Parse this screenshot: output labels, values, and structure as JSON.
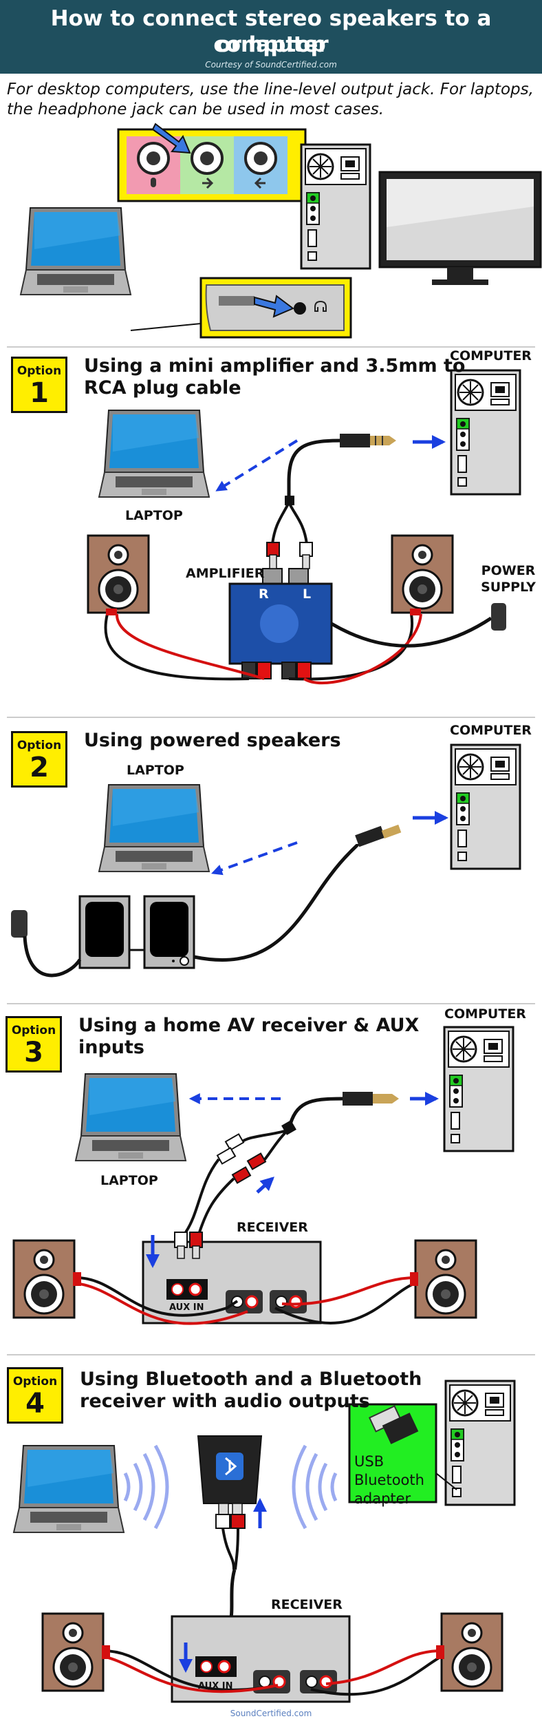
{
  "header": {
    "title_line1": "How to connect stereo speakers to a computer",
    "title_line2": "or laptop",
    "credit": "Courtesy of SoundCertified.com"
  },
  "intro": "For desktop computers, use the line-level output jack. For laptops, the headphone jack can be used in most cases.",
  "options": [
    {
      "badge_word": "Option",
      "number": "1",
      "title_line1": "Using a mini amplifier and 3.5mm to",
      "title_line2": "RCA plug cable"
    },
    {
      "badge_word": "Option",
      "number": "2",
      "title_line1": "Using powered speakers",
      "title_line2": ""
    },
    {
      "badge_word": "Option",
      "number": "3",
      "title_line1": "Using a home AV receiver & AUX",
      "title_line2": "inputs"
    },
    {
      "badge_word": "Option",
      "number": "4",
      "title_line1": "Using Bluetooth and a Bluetooth",
      "title_line2": "receiver with audio outputs"
    }
  ],
  "labels": {
    "computer": "COMPUTER",
    "laptop": "LAPTOP",
    "amplifier": "AMPLIFIER",
    "power_supply_1": "POWER",
    "power_supply_2": "SUPPLY",
    "receiver": "RECEIVER",
    "aux_in": "AUX IN",
    "amp_r": "R",
    "amp_l": "L",
    "usb_line1": "USB",
    "usb_line2": "Bluetooth",
    "usb_line3": "adapter"
  },
  "footer": "SoundCertified.com",
  "colors": {
    "header_bg": "#1f4f5e",
    "badge_yellow": "#ffee00",
    "arrow_blue": "#1a3fe0",
    "usb_green": "#22ee22",
    "cable_red": "#d41010",
    "speaker_brown": "#a87a62",
    "amp_blue": "#1d4fa8"
  },
  "icons": [
    "computer-tower-icon",
    "laptop-icon",
    "monitor-icon",
    "speaker-icon",
    "amplifier-icon",
    "receiver-icon",
    "bluetooth-icon",
    "headphone-icon",
    "power-plug-icon",
    "usb-adapter-icon"
  ]
}
